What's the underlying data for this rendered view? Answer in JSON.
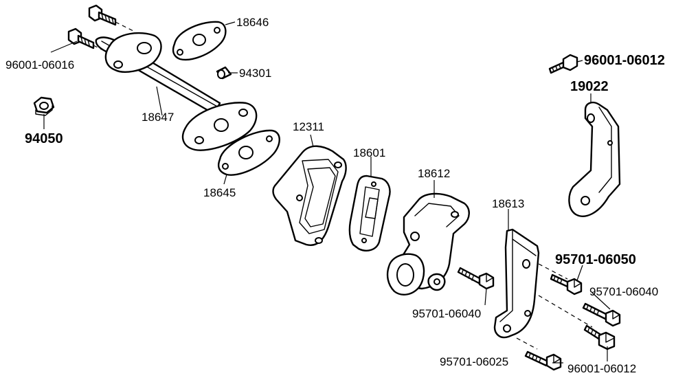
{
  "labels": {
    "p18646": "18646",
    "p96001_06016": "96001-06016",
    "p94301": "94301",
    "p94050": "94050",
    "p18647": "18647",
    "p12311": "12311",
    "p18645": "18645",
    "p18601": "18601",
    "p18612": "18612",
    "p18613": "18613",
    "p96001_06012_top": "96001-06012",
    "p19022": "19022",
    "p95701_06050": "95701-06050",
    "p95701_06040_right": "95701-06040",
    "p95701_06040_bottom": "95701-06040",
    "p95701_06025": "95701-06025",
    "p96001_06012_bottom": "96001-06012"
  }
}
